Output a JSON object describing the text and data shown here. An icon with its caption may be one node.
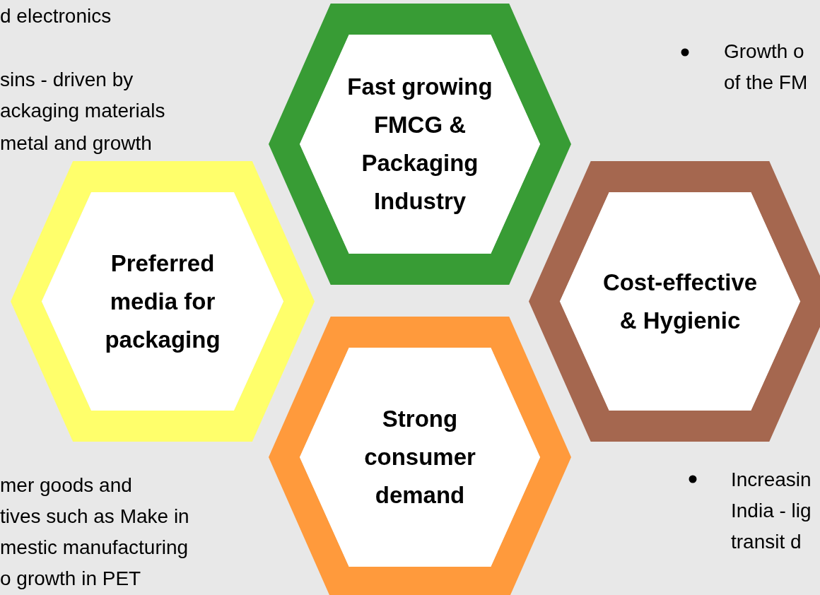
{
  "diagram": {
    "nodes": [
      {
        "text": [
          "Fast growing FMCG & Packaging Industry"
        ]
      },
      {
        "text": [
          "Preferred media for packaging"
        ]
      },
      {
        "text": [
          "Cost-effective & Hygienic"
        ]
      },
      {
        "text": [
          "Strong consumer demand"
        ]
      }
    ],
    "labels": [
      "d electronics",
      "sins - driven by",
      "ackaging materials",
      "metal and growth",
      "Growth o",
      "of the FM",
      "mer goods and",
      "tives such as Make in",
      "mestic manufacturing",
      "o growth in PET",
      "Increasin",
      "India - lig",
      "transit d"
    ]
  }
}
